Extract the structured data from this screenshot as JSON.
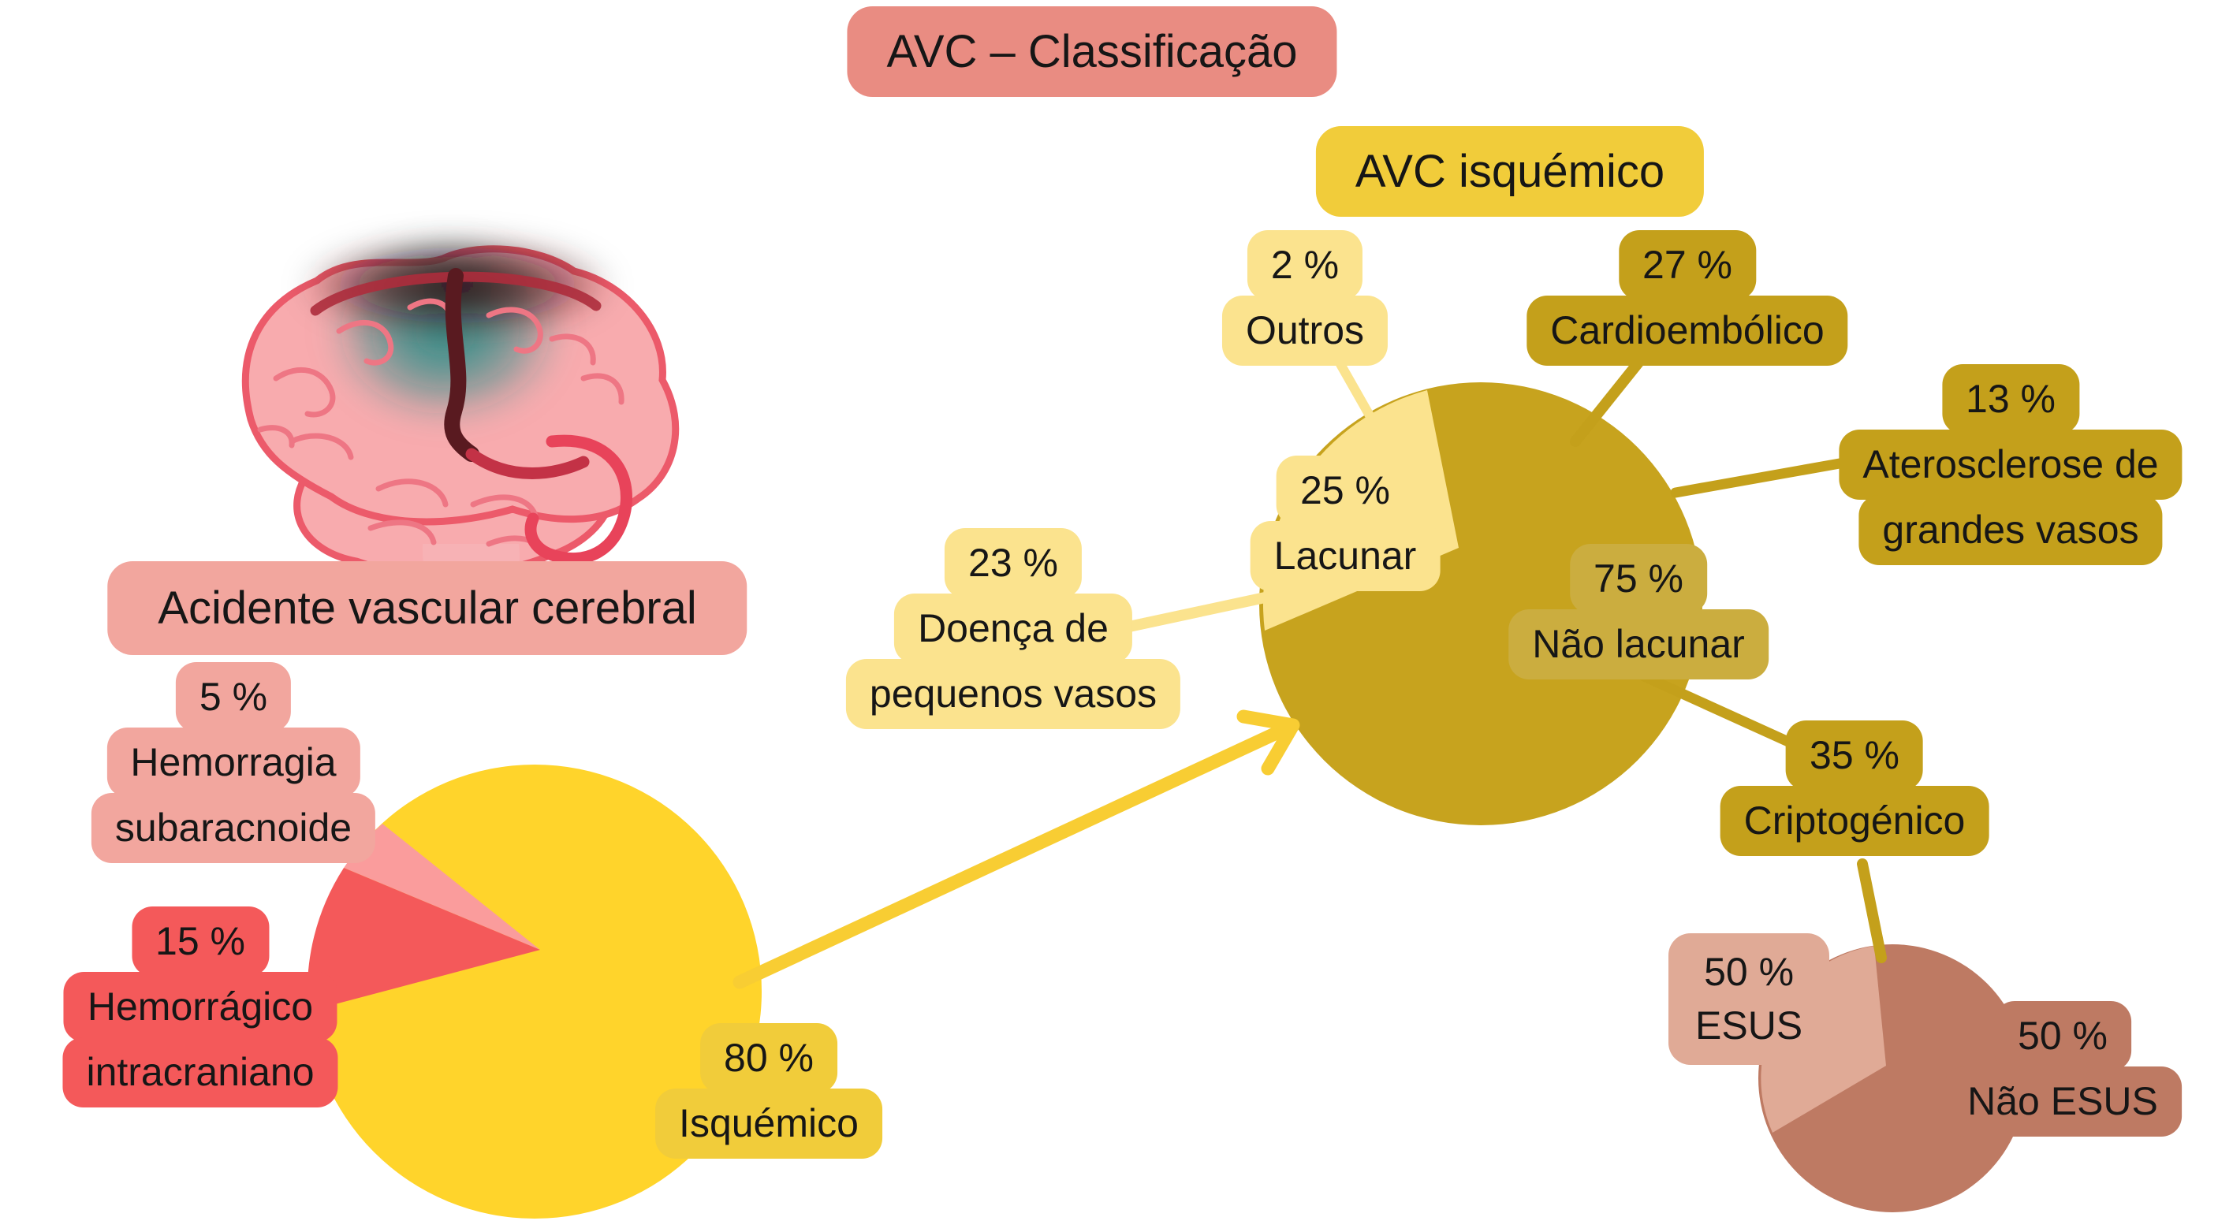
{
  "labels": {
    "title": "AVC – Classificação",
    "ischemic_title": "AVC isquémico",
    "caption": "Acidente vascular cerebral",
    "b_outros": [
      "2 %",
      "Outros"
    ],
    "b_cardio": [
      "27 %",
      "Cardioembólico"
    ],
    "b_athero": [
      "13 %",
      "Aterosclerose de",
      "grandes vasos"
    ],
    "b_lacunar": [
      "25 %",
      "Lacunar"
    ],
    "b_nao_lacunar": [
      "75 %",
      "Não lacunar"
    ],
    "b_cripto": [
      "35 %",
      "Criptogénico"
    ],
    "b_doenca": [
      "23 %",
      "Doença de",
      "pequenos vasos"
    ],
    "b_sub": [
      "5 %",
      "Hemorragia",
      "subaracnoide"
    ],
    "b_hem": [
      "15 %",
      "Hemorrágico",
      "intracraniano"
    ],
    "b_isq": [
      "80 %",
      "Isquémico"
    ],
    "b_esus": [
      "50 %",
      "ESUS"
    ],
    "b_nao_esus": [
      "50 %",
      "Não ESUS"
    ]
  },
  "colors": {
    "title_pink": "#E98C82",
    "light_pink": "#F2A69E",
    "red": "#F4595A",
    "pink_wedge": "#FA9C9C",
    "bright_yellow": "#FFD42B",
    "gold_yellow": "#F1CC3A",
    "light_yellow": "#FBE38E",
    "dark_gold": "#C4A01B",
    "pie_dark_gold": "#C7A31E",
    "overlay_gold": "#CBAD3F",
    "arrow_yellow": "#F8CD33",
    "esus_light": "#E0AA96",
    "esus_dark": "#BE7A63",
    "brain_pink": "#F8ABAE",
    "brain_outline": "#EC5A6A",
    "vessel_red": "#E8435A",
    "vessel_dark": "#591A20",
    "teal": "#1E8C86",
    "text": "#161616"
  },
  "chart_data": [
    {
      "type": "pie",
      "title": "Acidente vascular cerebral",
      "labels": [
        "Isquémico",
        "Hemorrágico intracraniano",
        "Hemorragia subaracnoide"
      ],
      "values": [
        80,
        15,
        5
      ],
      "colors": [
        "#FFD42B",
        "#F4595A",
        "#FA9C9C"
      ]
    },
    {
      "type": "pie",
      "title": "AVC isquémico",
      "labels": [
        "Não lacunar",
        "Lacunar"
      ],
      "values": [
        75,
        25
      ],
      "colors": [
        "#C7A31E",
        "#FBE38E"
      ],
      "breakdown": {
        "Não lacunar": [
          {
            "label": "Cardioembólico",
            "value": 27
          },
          {
            "label": "Aterosclerose de grandes vasos",
            "value": 13
          },
          {
            "label": "Criptogénico",
            "value": 35
          }
        ],
        "Lacunar": [
          {
            "label": "Doença de pequenos vasos",
            "value": 23
          },
          {
            "label": "Outros",
            "value": 2
          }
        ]
      }
    },
    {
      "type": "pie",
      "title": "Criptogénico",
      "labels": [
        "ESUS",
        "Não ESUS"
      ],
      "values": [
        50,
        50
      ],
      "colors": [
        "#E0AA96",
        "#BE7A63"
      ]
    }
  ]
}
